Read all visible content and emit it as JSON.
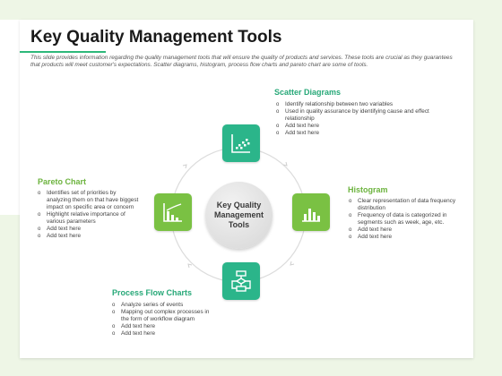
{
  "header": {
    "title": "Key Quality Management Tools",
    "subtitle": "This slide provides information regarding the quality management tools that will ensure the quality of products and services. These tools are crucial as they guarantees that products will meet customer's expectations. Scatter diagrams, histogram, process flow charts and pareto chart are some of tools."
  },
  "center": {
    "label": "Key Quality Management Tools"
  },
  "colors": {
    "teal": "#2bb58a",
    "lime": "#7ac143",
    "ring": "#d9d9d9"
  },
  "sections": {
    "scatter": {
      "title": "Scatter Diagrams",
      "icon": "scatter-plot-icon",
      "items": [
        "Identify relationship between two variables",
        "Used in quality assurance by identifying cause and effect relationship",
        "Add text here",
        "Add text here"
      ]
    },
    "histogram": {
      "title": "Histogram",
      "icon": "bar-chart-icon",
      "items": [
        "Clear representation of data frequency distribution",
        "Frequency of data is categorized in segments such as week, age, etc.",
        "Add text here",
        "Add text here"
      ]
    },
    "process": {
      "title": "Process Flow Charts",
      "icon": "flowchart-icon",
      "items": [
        "Analyze  series of events",
        "Mapping out complex processes in the form of workflow diagram",
        "Add text here",
        "Add text here"
      ]
    },
    "pareto": {
      "title": "Pareto Chart",
      "icon": "pareto-chart-icon",
      "items": [
        "Identifies set of priorities by analyzing them on that have biggest impact on specific area or concern",
        "Highlight relative importance of various parameters",
        "Add text here",
        "Add text here"
      ]
    }
  }
}
